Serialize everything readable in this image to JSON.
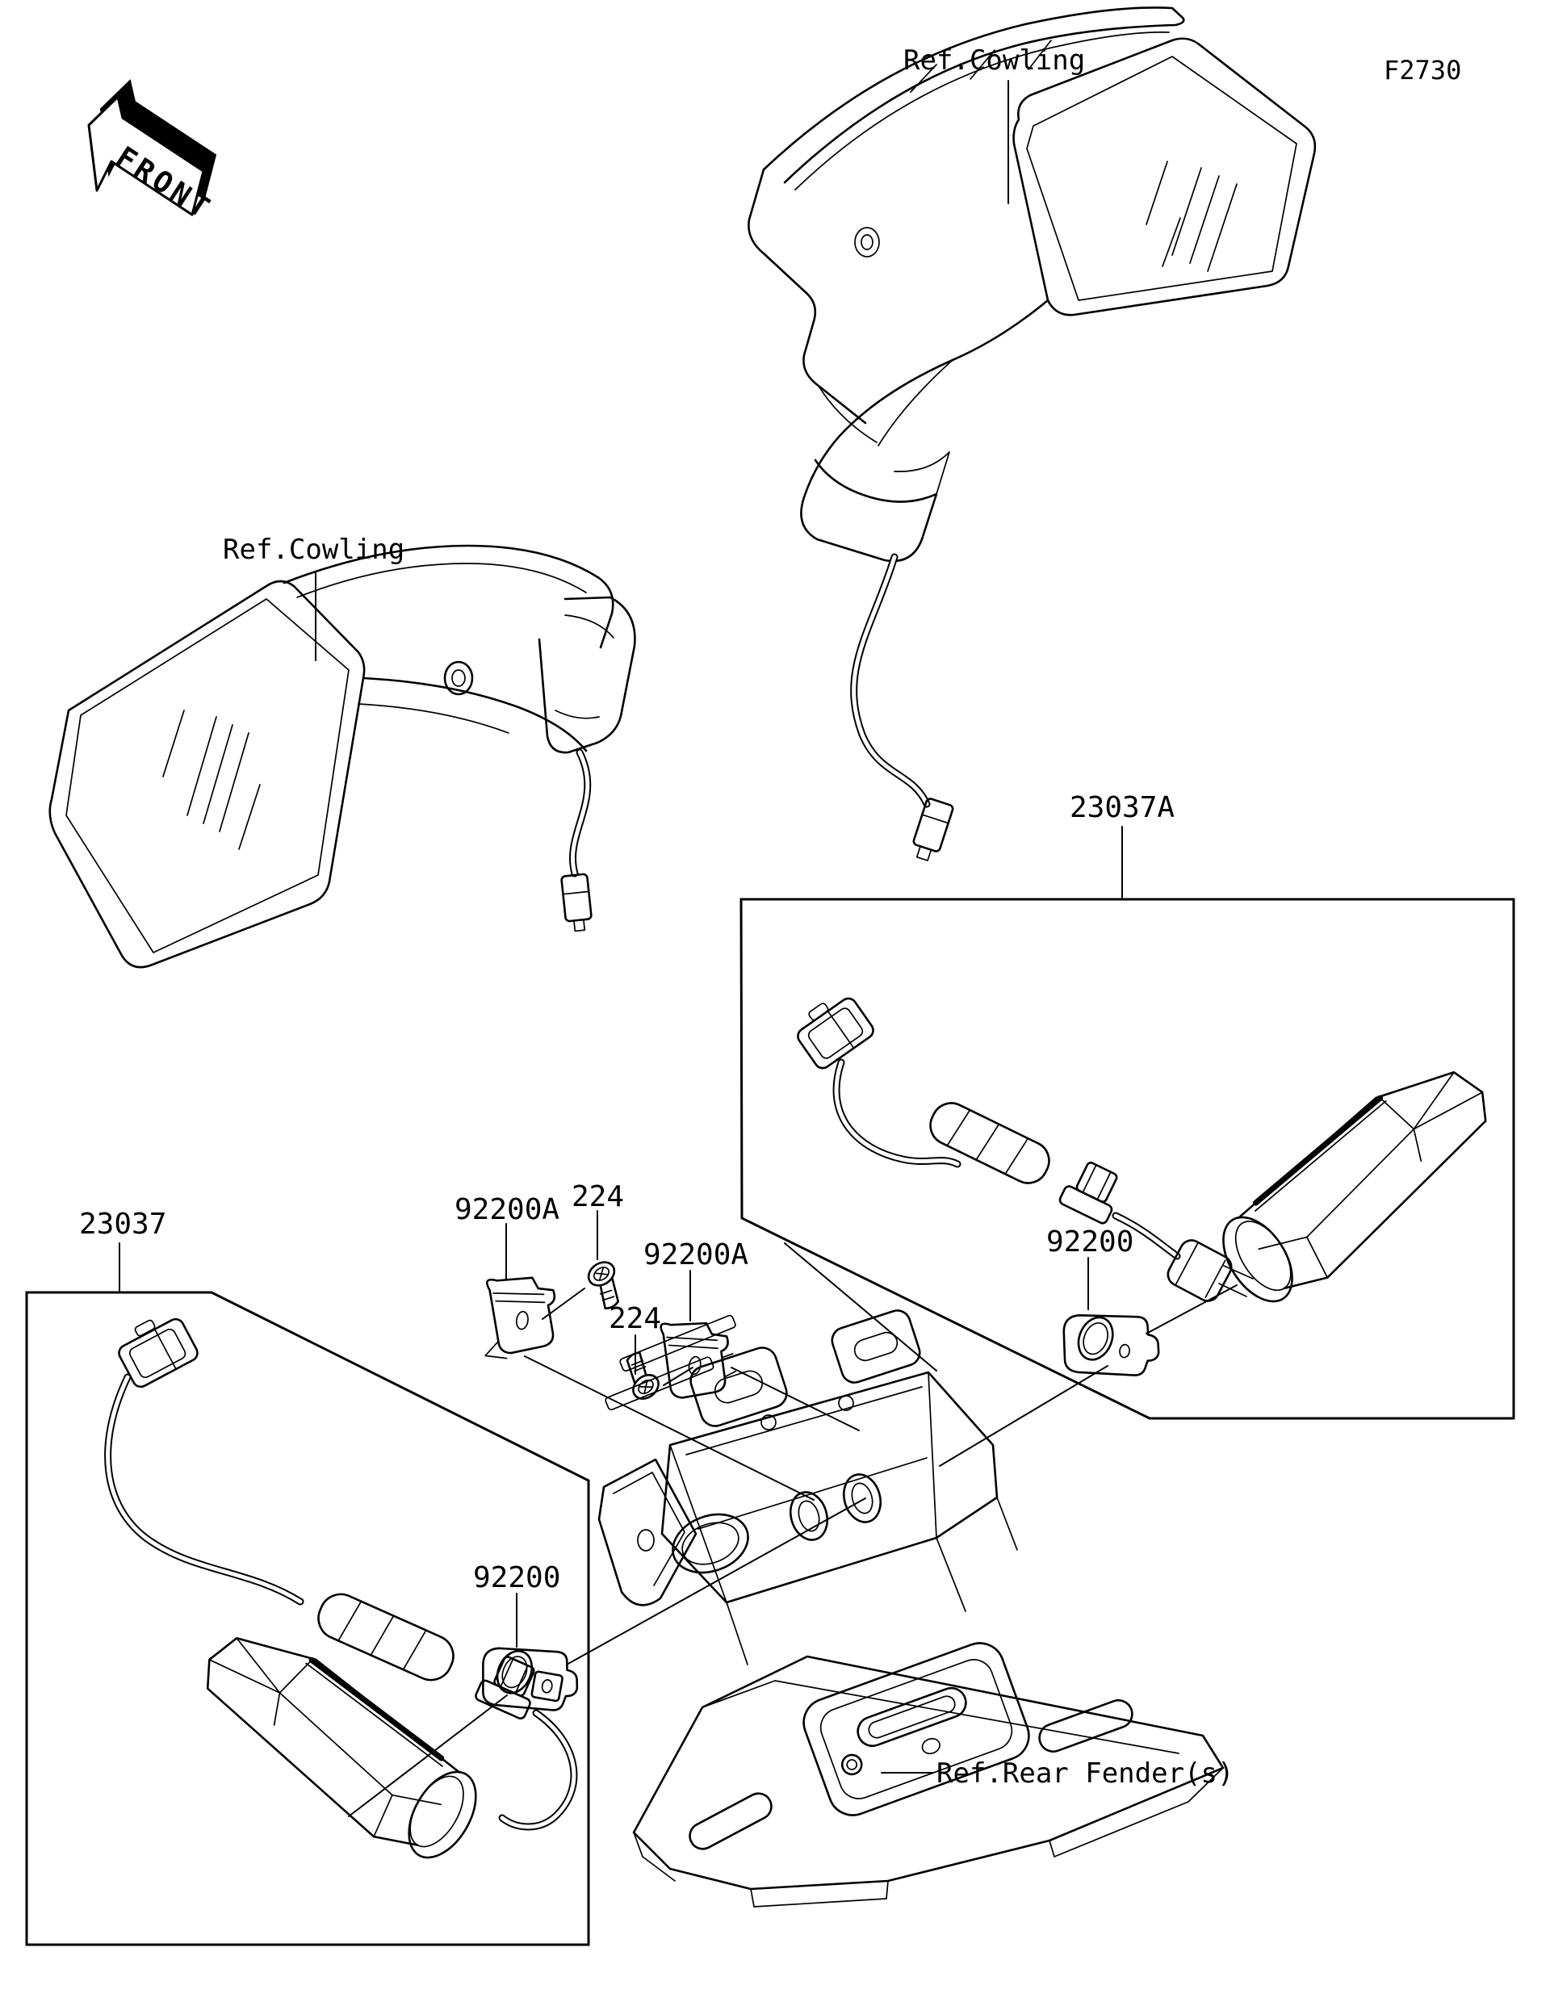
{
  "page": {
    "background": "#ffffff",
    "line_color": "#000000"
  },
  "figure": {
    "code": "F2730",
    "front_marker": "FRONT"
  },
  "references": {
    "cowling_top": "Ref.Cowling",
    "cowling_left": "Ref.Cowling",
    "rear_fender": "Ref.Rear Fender(s)"
  },
  "parts": {
    "kit_right": "23037A",
    "kit_left": "23037",
    "clamp_1": "92200A",
    "clamp_2": "92200A",
    "screw_1": "224",
    "screw_2": "224",
    "gasket_right": "92200",
    "gasket_left": "92200"
  }
}
